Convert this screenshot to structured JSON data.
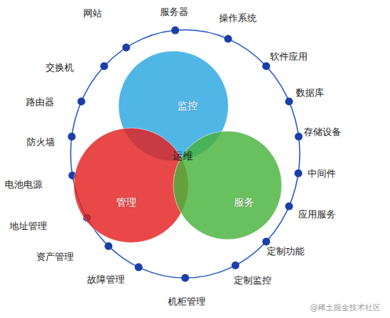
{
  "diagram": {
    "nodes": [
      {
        "text": [
          "监控"
        ]
      },
      {
        "text": [
          "管理"
        ]
      },
      {
        "text": [
          "服务"
        ]
      }
    ],
    "labels": [
      "运维",
      "网站",
      "服务器",
      "操作系统",
      "软件应用",
      "数据库",
      "存储设备",
      "中间件",
      "应用服务",
      "定制功能",
      "定制监控",
      "机柜管理",
      "故障管理",
      "资产管理",
      "地址管理",
      "电池电源",
      "防火墙",
      "路由器",
      "交换机",
      "@稀土掘金技术社区"
    ]
  }
}
